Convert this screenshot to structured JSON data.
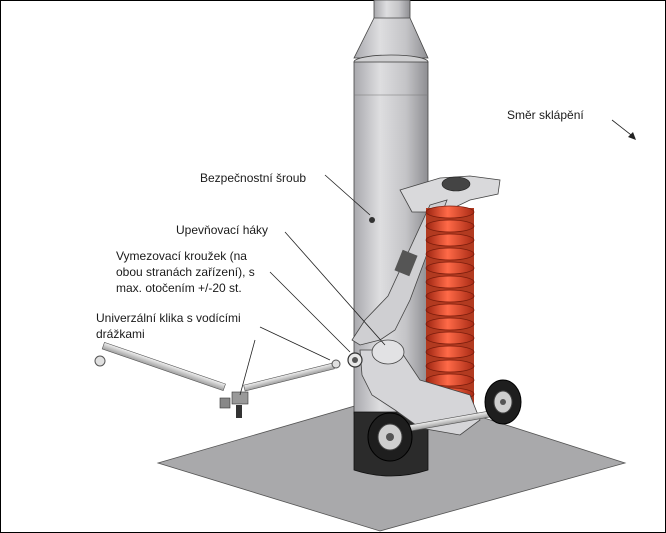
{
  "labels": {
    "tilt_direction": "Směr sklápění",
    "safety_screw": "Bezpečnostní šroub",
    "mounting_hooks": "Upevňovací háky",
    "spacer_ring_line1": "Vymezovací kroužek (na",
    "spacer_ring_line2": "obou stranách zařízení), s",
    "spacer_ring_line3": "max. otočením +/-20 st.",
    "universal_crank_line1": "Univerzální klika s vodícími",
    "universal_crank_line2": "drážkami"
  },
  "colors": {
    "pole": "#c9c9cb",
    "pole_shadow": "#9a9a9e",
    "pole_base": "#2b2b2b",
    "spring": "#e0472a",
    "spring_dark": "#9c2410",
    "ground_plate": "#a7a7a9",
    "metal": "#d8d8da",
    "wheel": "#1e1e1e"
  }
}
